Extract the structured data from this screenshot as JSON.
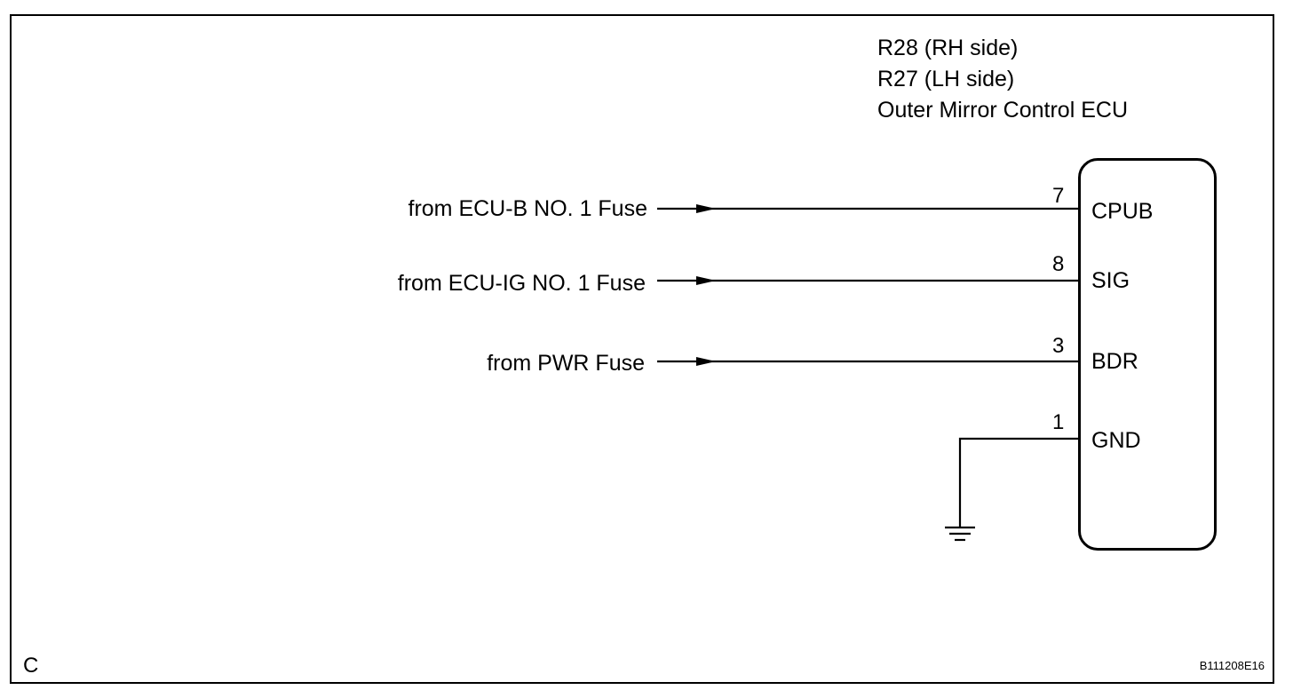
{
  "ecu": {
    "connector_rh": "R28 (RH side)",
    "connector_lh": "R27 (LH side)",
    "name": "Outer Mirror Control ECU"
  },
  "circuits": [
    {
      "source": "from ECU-B NO. 1 Fuse",
      "pin": "7",
      "terminal": "CPUB"
    },
    {
      "source": "from ECU-IG NO. 1 Fuse",
      "pin": "8",
      "terminal": "SIG"
    },
    {
      "source": "from PWR Fuse",
      "pin": "3",
      "terminal": "BDR"
    },
    {
      "source": "",
      "pin": "1",
      "terminal": "GND"
    }
  ],
  "corner_letter": "C",
  "figure_code": "B111208E16"
}
